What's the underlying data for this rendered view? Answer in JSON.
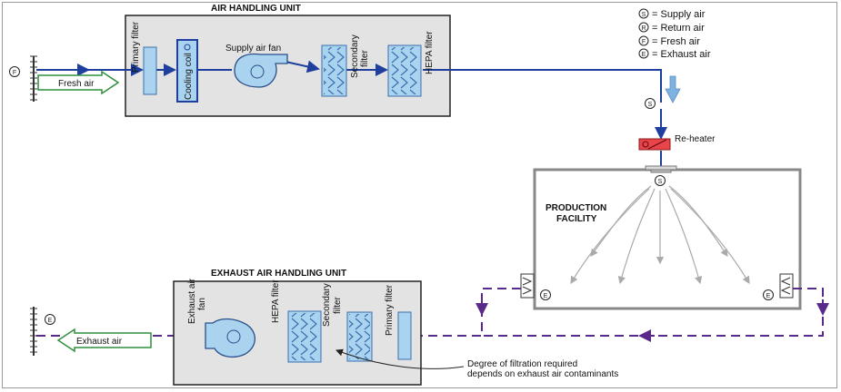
{
  "ahu": {
    "title": "AIR HANDLING UNIT",
    "primary_filter": "Primary filter",
    "cooling_coil": "Cooling coil",
    "supply_fan": "Supply air fan",
    "secondary_filter_1": "Secondary",
    "secondary_filter_2": "filter",
    "hepa_filter": "HEPA filter"
  },
  "fresh_air": {
    "label": "Fresh air",
    "symbol": "F"
  },
  "legend": [
    {
      "symbol": "S",
      "text": "= Supply air"
    },
    {
      "symbol": "R",
      "text": "= Return air"
    },
    {
      "symbol": "F",
      "text": "= Fresh air"
    },
    {
      "symbol": "E",
      "text": "= Exhaust air"
    }
  ],
  "supply_symbol": "S",
  "reheater": {
    "label": "Re-heater"
  },
  "facility": {
    "line1": "PRODUCTION",
    "line2": "FACILITY",
    "symbol": "S",
    "exhaust_symbol_left": "E",
    "exhaust_symbol_right": "E"
  },
  "eahu": {
    "title": "EXHAUST AIR HANDLING UNIT",
    "fan_1": "Exhaust air",
    "fan_2": "fan",
    "hepa_filter": "HEPA filter",
    "secondary_filter_1": "Secondary",
    "secondary_filter_2": "filter",
    "primary_filter": "Primary filter"
  },
  "exhaust_air": {
    "label": "Exhaust air",
    "symbol": "E"
  },
  "note": {
    "line1": "Degree of filtration required",
    "line2": "depends on exhaust air contaminants"
  },
  "colors": {
    "supply_line": "#1f3f9e",
    "exhaust_line": "#5a2a8a",
    "unit_fill": "#e3e3e3",
    "filter_fill": "#a9d3ef",
    "reheater": "#e8444a"
  }
}
